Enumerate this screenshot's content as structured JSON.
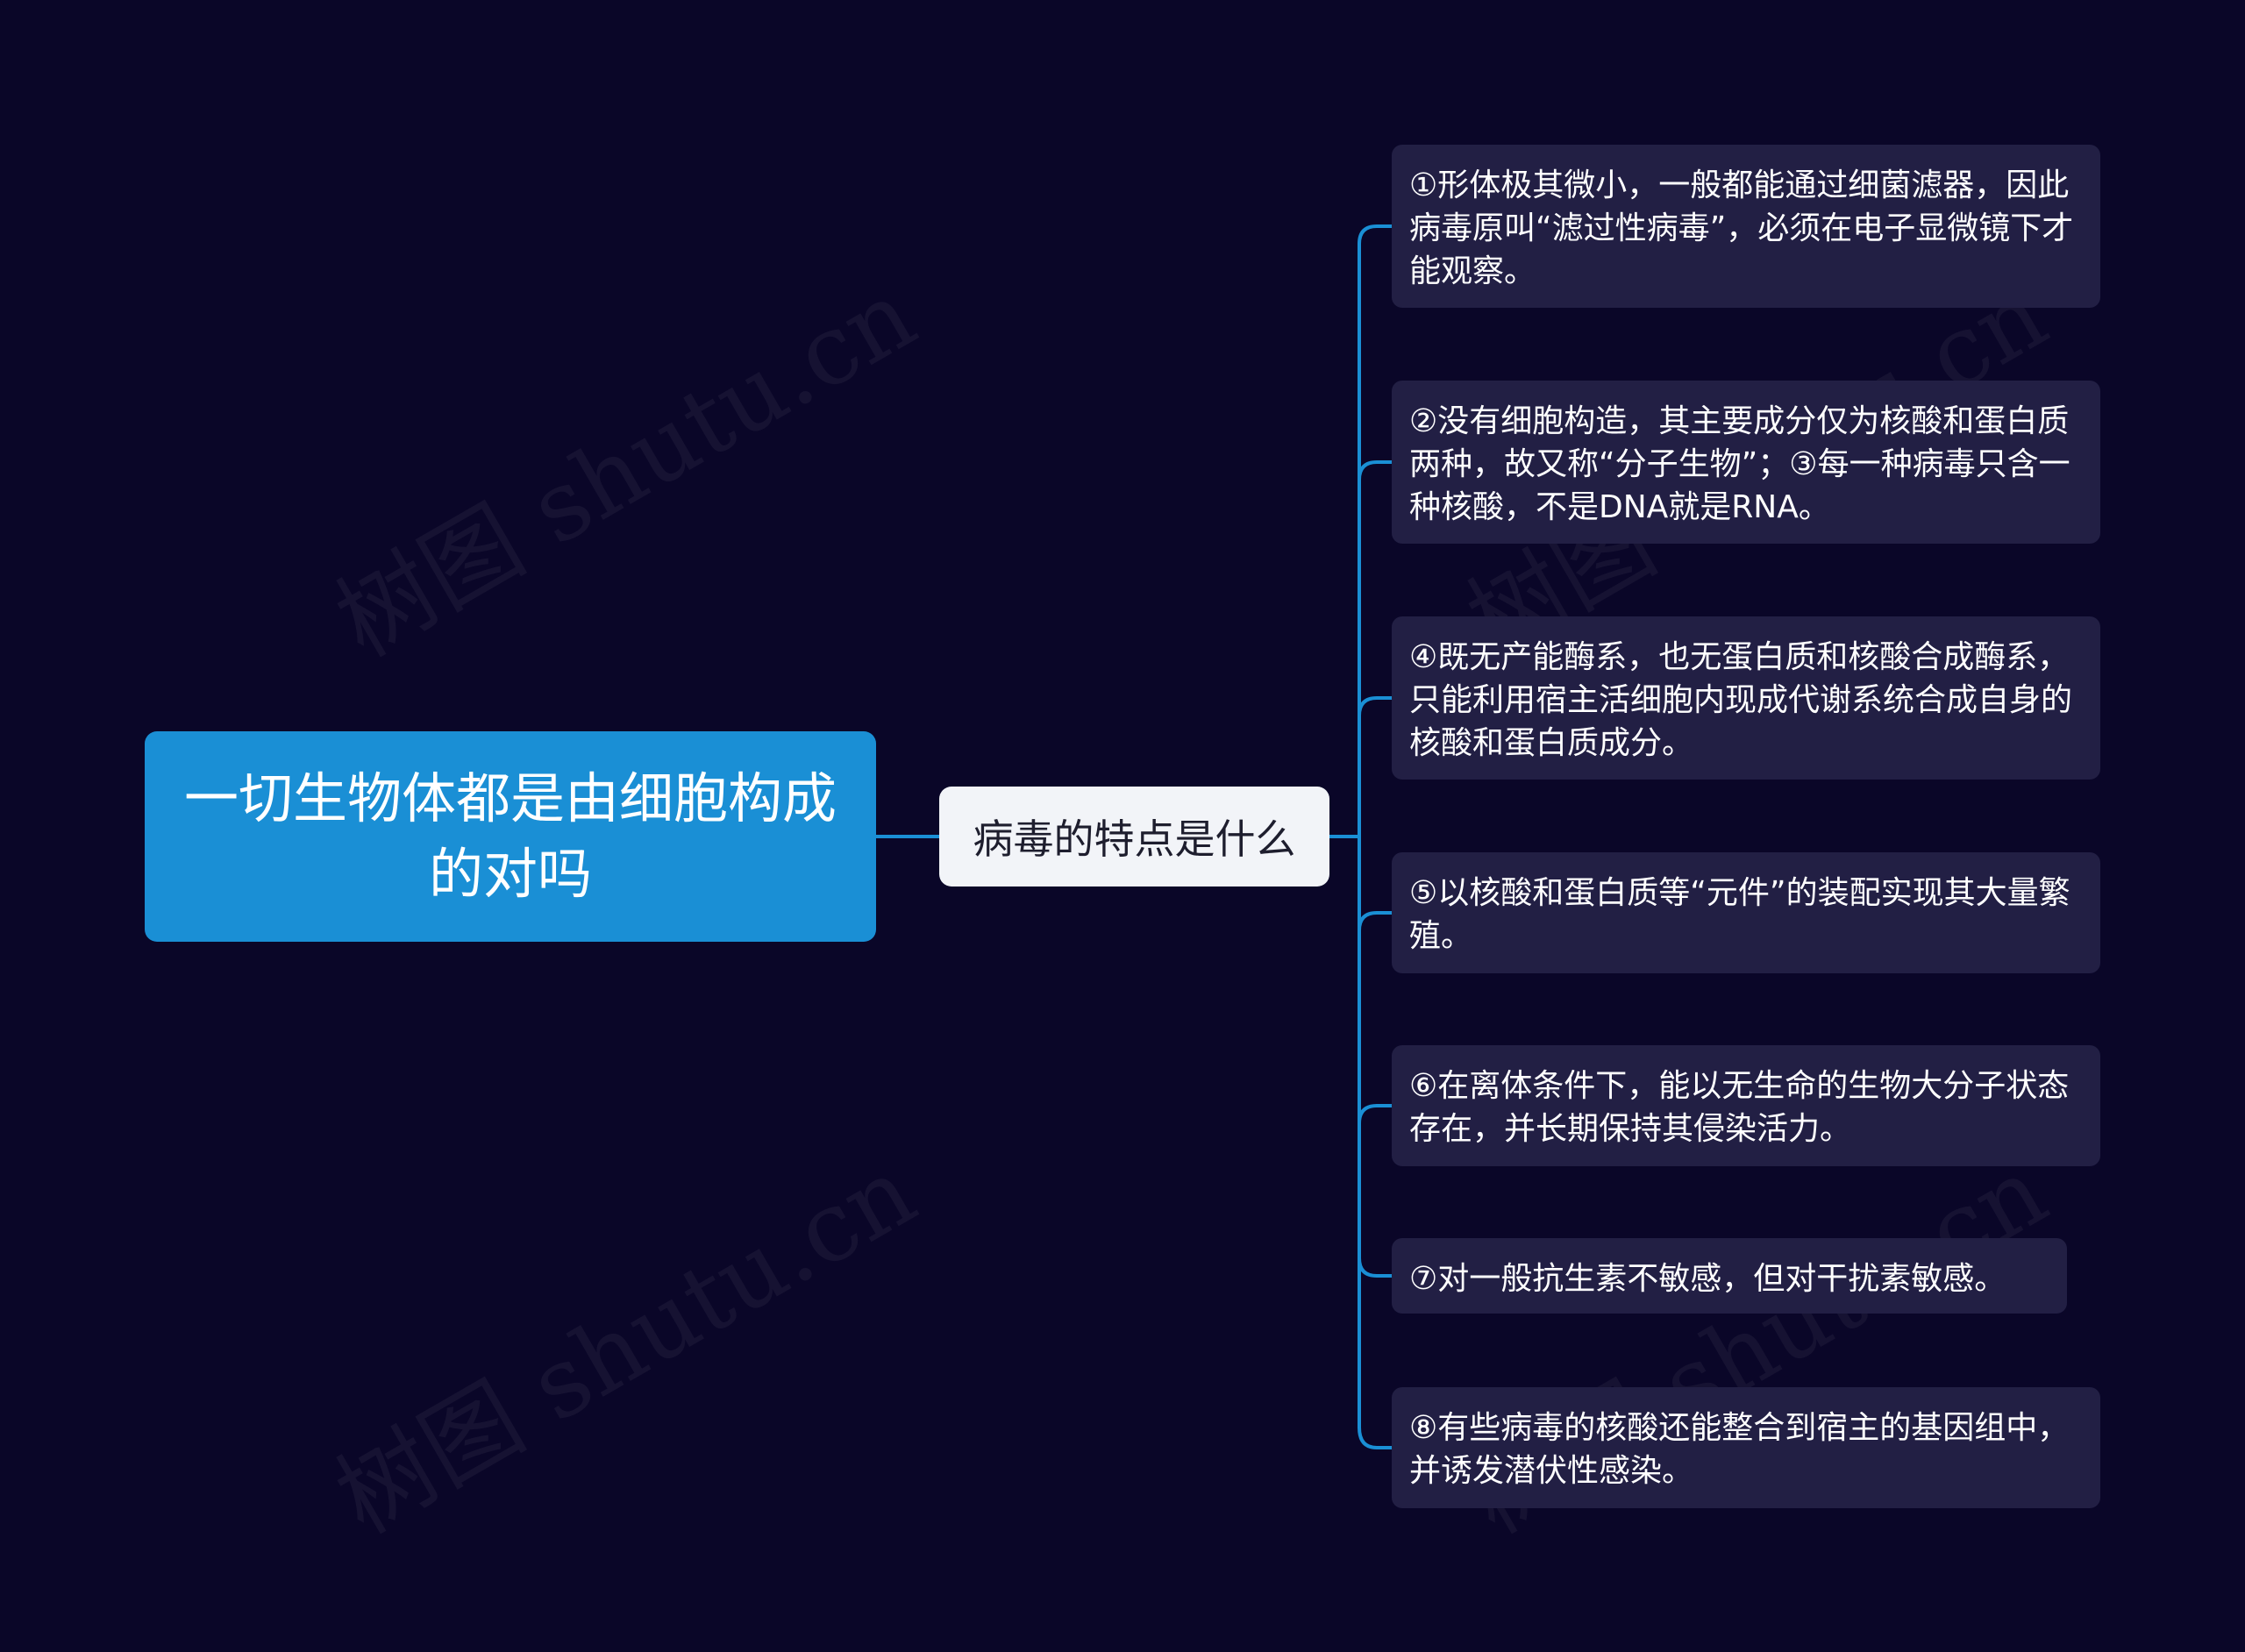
{
  "root": {
    "text": "一切生物体都是由细胞构成的对吗"
  },
  "topic": {
    "text": "病毒的特点是什么"
  },
  "leaves": [
    {
      "text": "①形体极其微小，一般都能通过细菌滤器，因此病毒原叫“滤过性病毒”，必须在电子显微镜下才能观察。"
    },
    {
      "text": "②没有细胞构造，其主要成分仅为核酸和蛋白质两种，故又称“分子生物”；③每一种病毒只含一种核酸，不是DNA就是RNA。"
    },
    {
      "text": "④既无产能酶系，也无蛋白质和核酸合成酶系，只能利用宿主活细胞内现成代谢系统合成自身的核酸和蛋白质成分。"
    },
    {
      "text": "⑤以核酸和蛋白质等“元件”的装配实现其大量繁殖。"
    },
    {
      "text": "⑥在离体条件下，能以无生命的生物大分子状态存在，并长期保持其侵染活力。"
    },
    {
      "text": "⑦对一般抗生素不敏感，但对干扰素敏感。"
    },
    {
      "text": "⑧有些病毒的核酸还能整合到宿主的基因组中，并诱发潜伏性感染。"
    }
  ],
  "watermark": {
    "text": "树图 shutu.cn"
  },
  "colors": {
    "background": "#0a0628",
    "root_fill": "#1a8fd5",
    "topic_fill": "#f2f4f8",
    "leaf_fill": "#221f44",
    "connector": "#1a8fd5"
  }
}
